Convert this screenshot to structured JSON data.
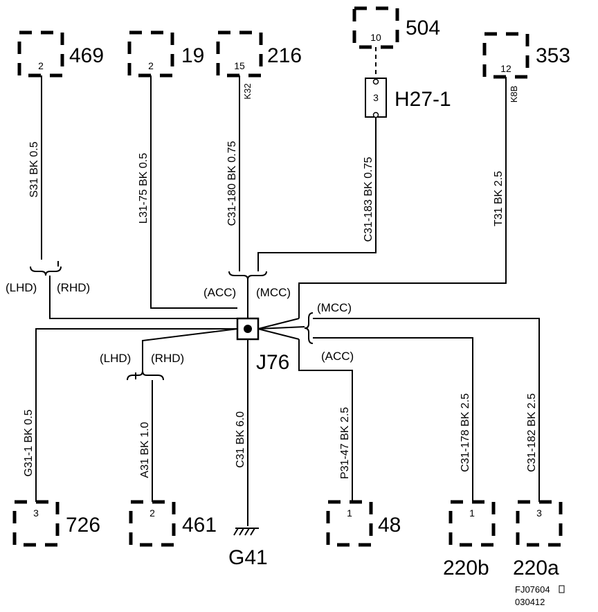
{
  "connectors": {
    "c469": {
      "id": "469",
      "pin": "2"
    },
    "c19": {
      "id": "19",
      "pin": "2"
    },
    "c216": {
      "id": "216",
      "pin": "15",
      "cavity": "K32"
    },
    "c504": {
      "id": "504",
      "pin": "10"
    },
    "c353": {
      "id": "353",
      "pin": "12",
      "cavity": "K8B"
    },
    "c726": {
      "id": "726",
      "pin": "3"
    },
    "c461": {
      "id": "461",
      "pin": "2"
    },
    "c48": {
      "id": "48",
      "pin": "1"
    },
    "c220b": {
      "id": "220b",
      "pin": "1"
    },
    "c220a": {
      "id": "220a",
      "pin": "3"
    }
  },
  "inline_connector": {
    "id": "H27-1",
    "pin": "3"
  },
  "splice": {
    "id": "J76"
  },
  "ground": {
    "id": "G41"
  },
  "wires": {
    "w469": "S31  BK  0.5",
    "w19": "L31-75  BK  0.5",
    "w216": "C31-180  BK  0.75",
    "wH27": "C31-183  BK 0.75",
    "w353": "T31  BK  2.5",
    "w726": "G31-1  BK  0.5",
    "w461": "A31  BK  1.0",
    "wG41": "C31  BK  6.0",
    "w48": "P31-47  BK  2.5",
    "w220b": "C31-178  BK  2.5",
    "w220a": "C31-182  BK  2.5"
  },
  "variants": {
    "lhd": "(LHD)",
    "rhd": "(RHD)",
    "acc": "(ACC)",
    "mcc": "(MCC)"
  },
  "figure": {
    "code": "FJ07604",
    "date": "030412"
  }
}
